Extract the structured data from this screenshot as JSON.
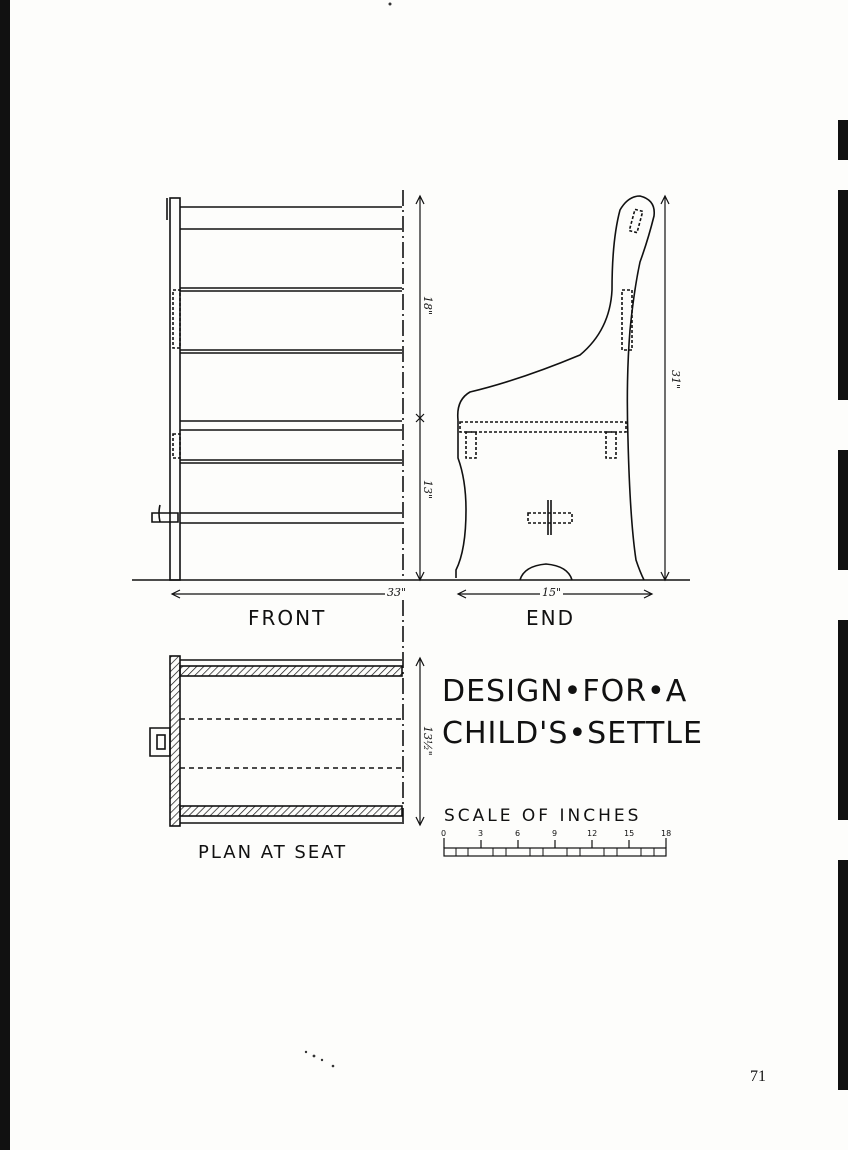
{
  "views": {
    "front_label": "FRONT",
    "end_label": "END",
    "plan_label": "PLAN AT SEAT"
  },
  "title": {
    "line1": "DESIGN•FOR•A",
    "line2": "CHILD'S•SETTLE"
  },
  "dimensions": {
    "front_width": "33\"",
    "upper_height": "18\"",
    "lower_height": "13\"",
    "end_width": "15\"",
    "total_height": "31\"",
    "plan_depth": "13½\""
  },
  "scale": {
    "label": "SCALE OF INCHES",
    "ticks": [
      "0",
      "3",
      "6",
      "9",
      "12",
      "15",
      "18"
    ]
  },
  "page_number": "71"
}
